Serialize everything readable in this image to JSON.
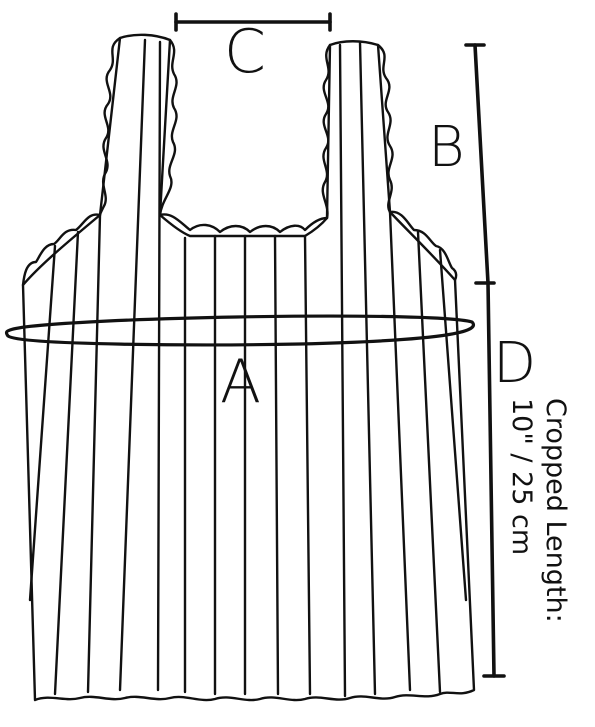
{
  "labels": {
    "a": "A",
    "b": "B",
    "c": "C",
    "d": "D"
  },
  "note": {
    "line1": "Cropped Length:",
    "line2": "10\" / 25 cm"
  },
  "colors": {
    "ink": "#111111",
    "paper": "#ffffff"
  }
}
